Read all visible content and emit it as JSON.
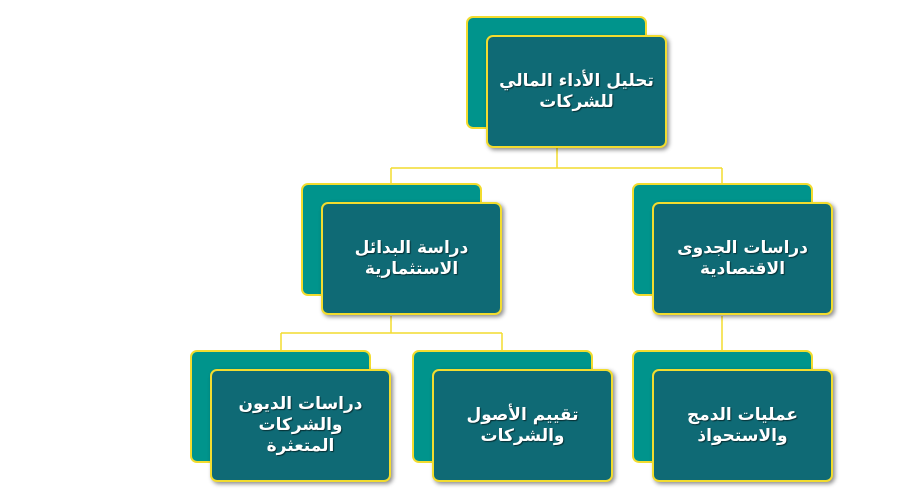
{
  "colors": {
    "back_fill": "#00948c",
    "front_fill": "#0f6a75",
    "border": "#f2dc2f",
    "connector": "#f2dc2f",
    "text": "#ffffff"
  },
  "nodes": {
    "root": {
      "label": "تحليل الأداء المالي\nللشركات"
    },
    "feasibility": {
      "label": "دراسات الجدوى\nالاقتصادية"
    },
    "investment": {
      "label": "دراسة البدائل\nالاستثمارية"
    },
    "mergers": {
      "label": "عمليات الدمج\nوالاستحواذ"
    },
    "valuation": {
      "label": "تقييم الأصول\nوالشركات"
    },
    "debt": {
      "label": "دراسات الديون\nوالشركات\nالمتعثرة"
    }
  }
}
